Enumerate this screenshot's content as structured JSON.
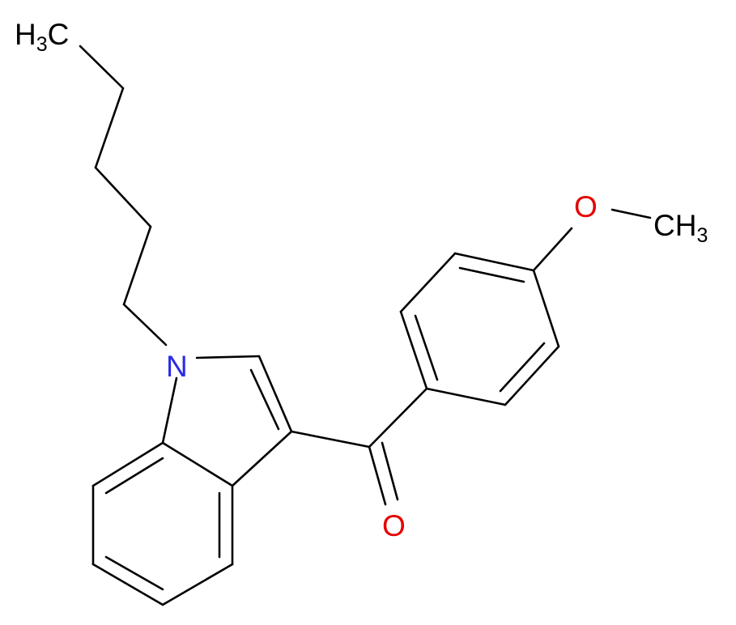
{
  "structure": {
    "atoms": {
      "methyl_top": {
        "symbol": "H",
        "subscript": "3",
        "suffix": "C"
      },
      "nitrogen": {
        "symbol": "N"
      },
      "ether_oxygen": {
        "symbol": "O"
      },
      "methoxy_methyl": {
        "symbol": "CH",
        "subscript": "3"
      },
      "carbonyl_oxygen": {
        "symbol": "O"
      }
    },
    "colors": {
      "bond": "#000000",
      "carbon": "#000000",
      "nitrogen": "#2a2ae6",
      "oxygen": "#e60000"
    }
  }
}
